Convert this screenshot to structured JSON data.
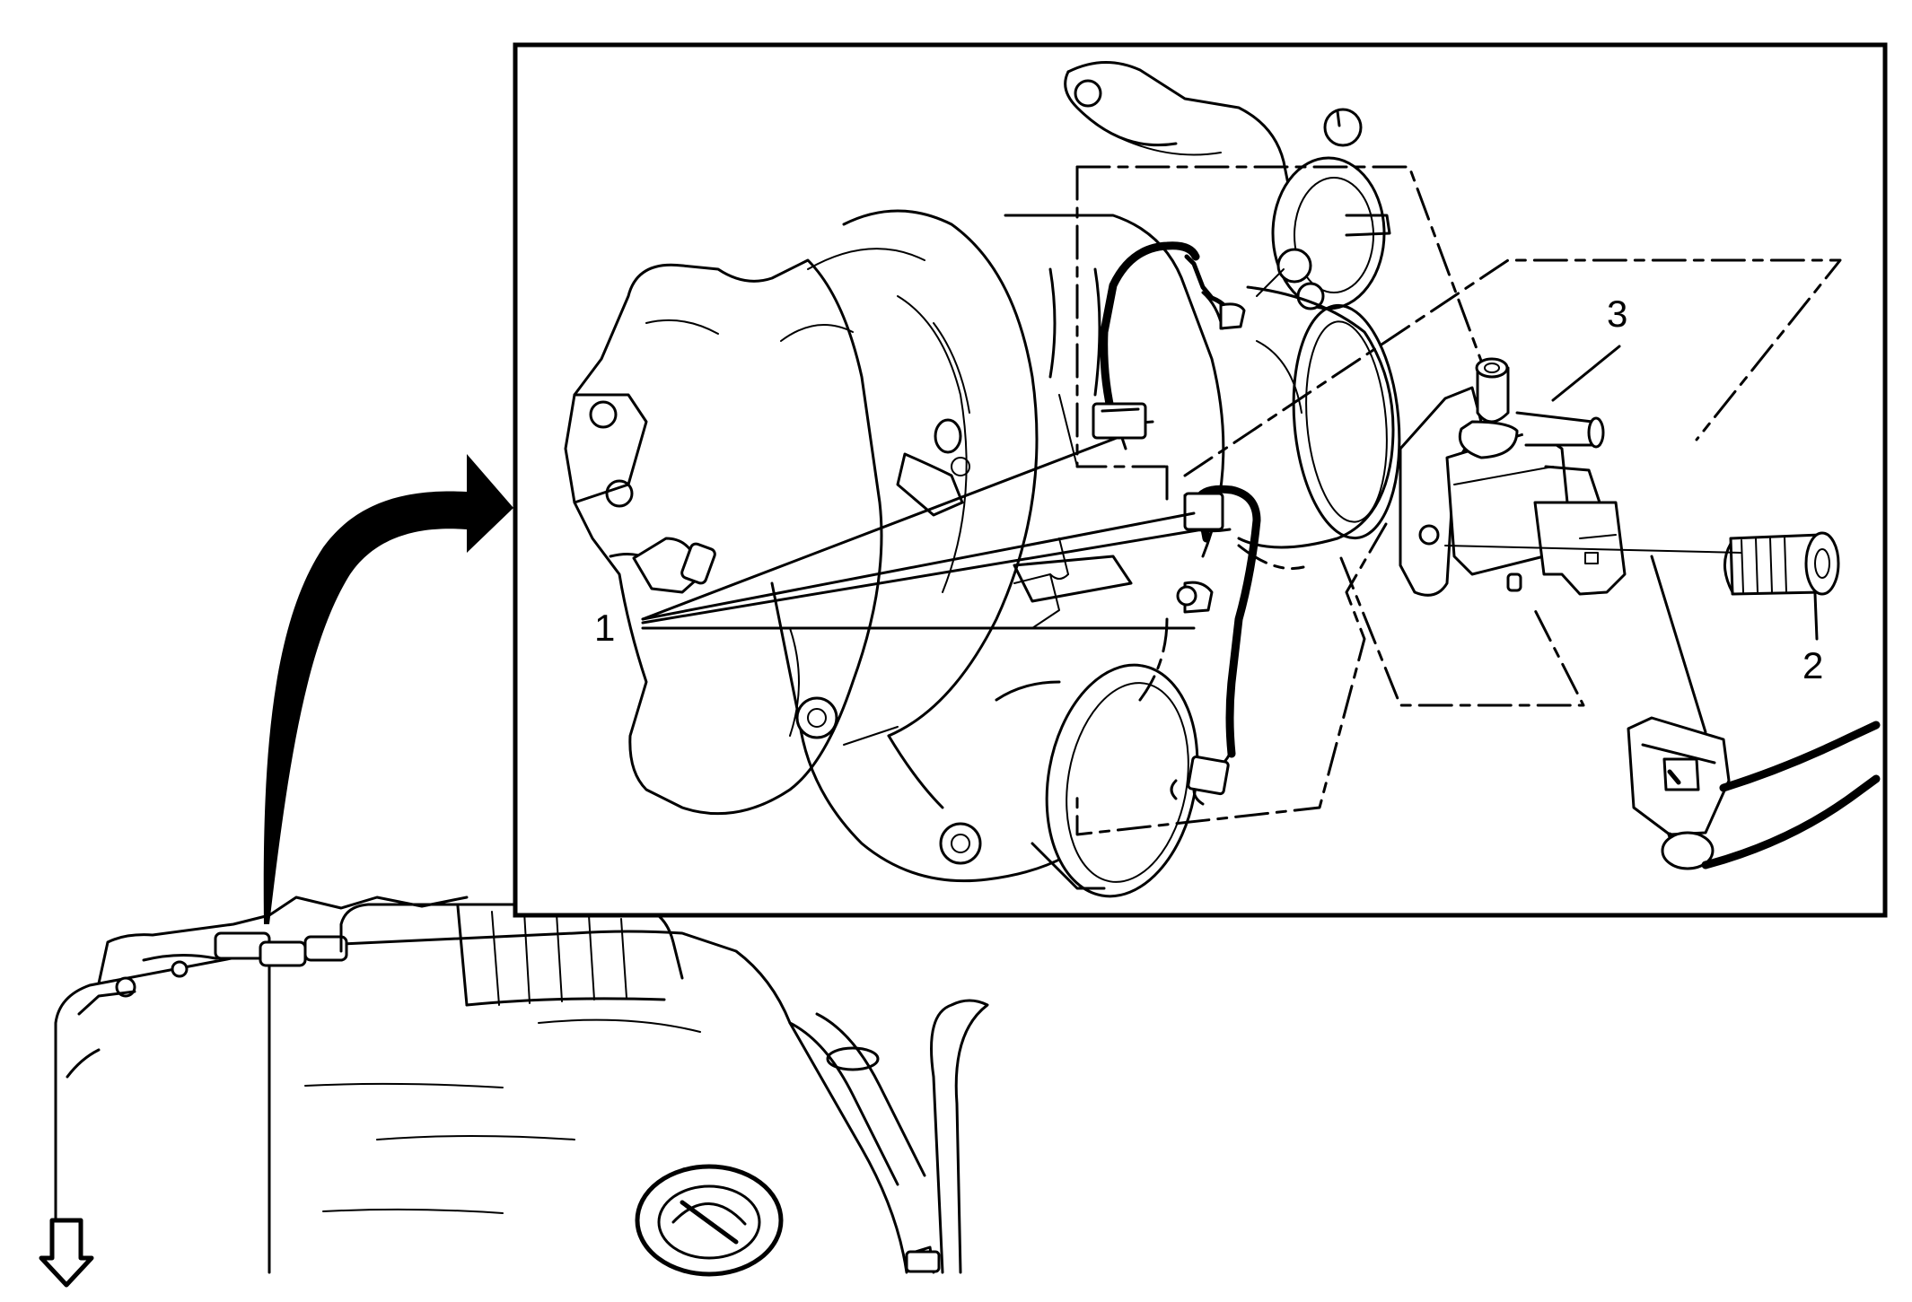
{
  "diagram": {
    "callouts": {
      "hoses": "1",
      "bolt": "2",
      "solenoid": "3"
    }
  }
}
